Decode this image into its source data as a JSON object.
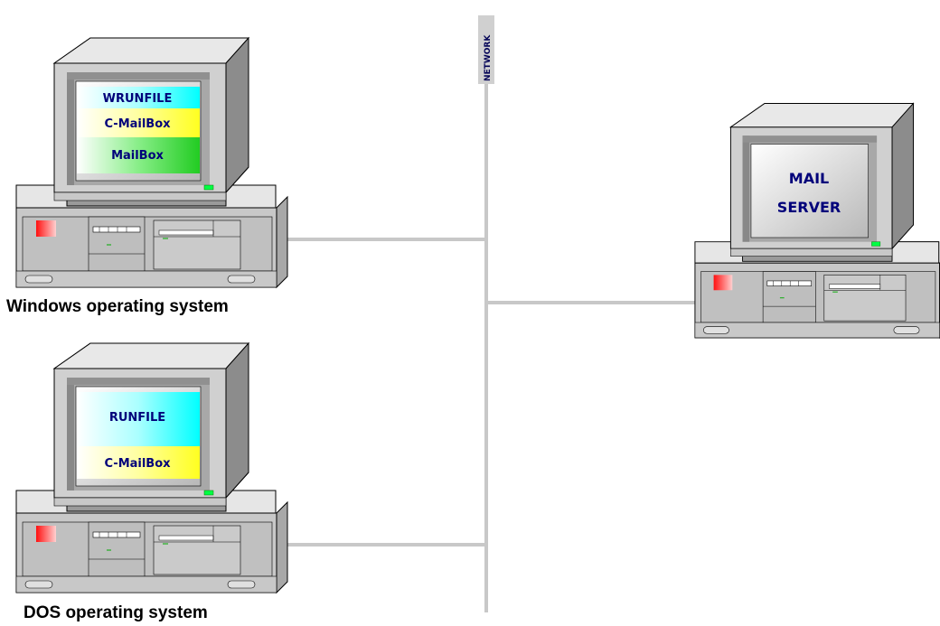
{
  "network": {
    "label": "NETWORK"
  },
  "workstations": [
    {
      "caption": "Windows operating system",
      "screen_items": [
        {
          "text": "WRUNFILE"
        },
        {
          "text": "C-MailBox"
        },
        {
          "text": "MailBox"
        }
      ]
    },
    {
      "caption": "DOS operating system",
      "screen_items": [
        {
          "text": "RUNFILE"
        },
        {
          "text": "C-MailBox"
        }
      ]
    }
  ],
  "server": {
    "screen_lines": [
      "MAIL",
      "SERVER"
    ]
  },
  "colors": {
    "network_line": "#c8c8c8",
    "monitor_body": "#c0c0c0",
    "screen_text": "#00007a",
    "cyan": "#00ffff",
    "yellow": "#ffff33",
    "green": "#33cc33",
    "led_red": "#ff2020",
    "led_green": "#00cc00"
  }
}
